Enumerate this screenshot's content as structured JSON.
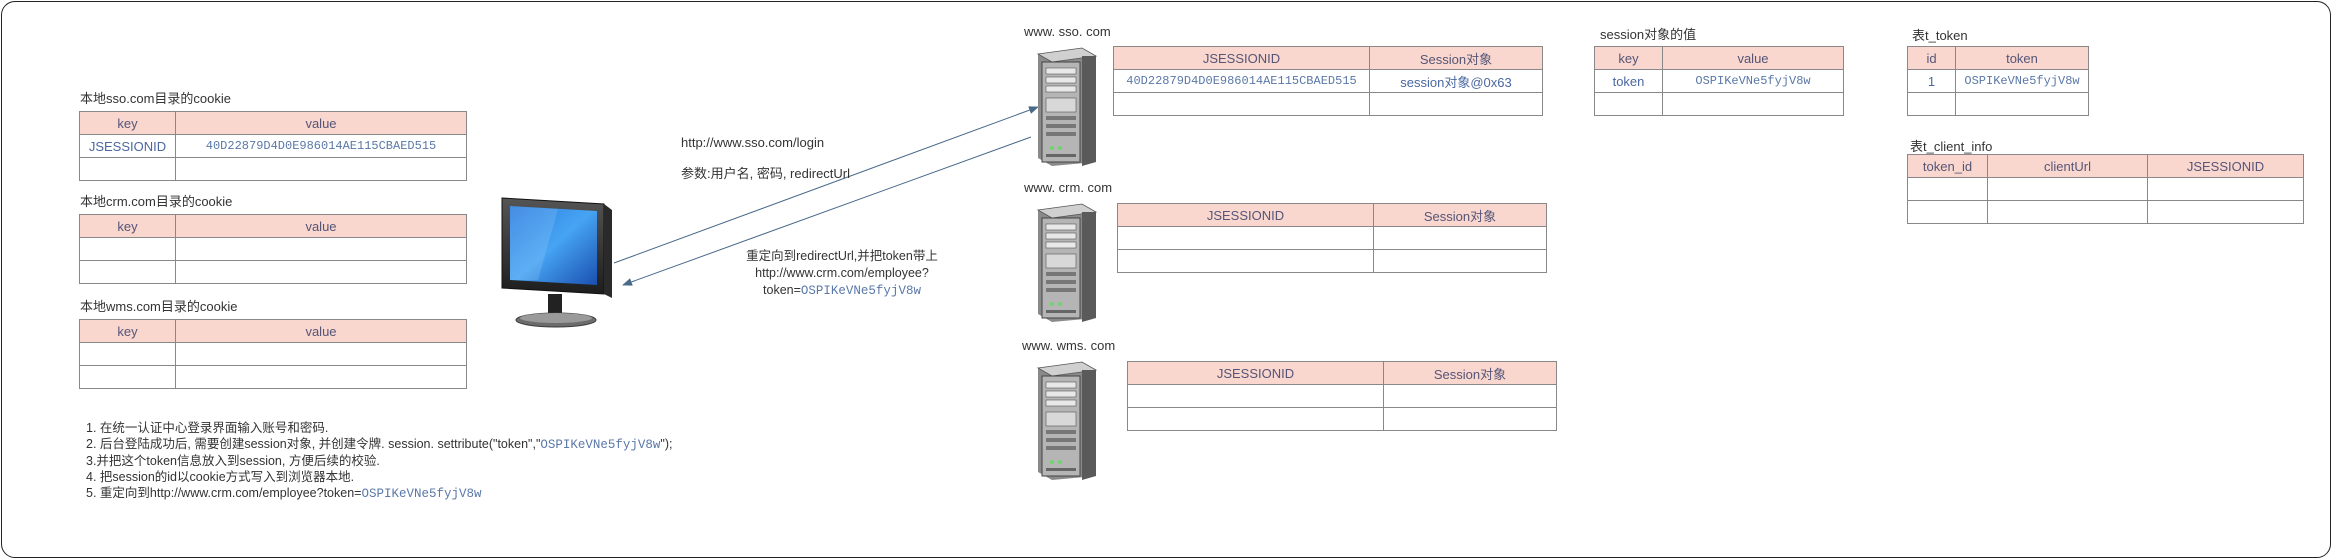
{
  "cookies": {
    "sso": {
      "title": "本地sso.com目录的cookie",
      "headers": [
        "key",
        "value"
      ],
      "row_key": "JSESSIONID",
      "row_value": "40D22879D4D0E986014AE115CBAED515"
    },
    "crm": {
      "title": "本地crm.com目录的cookie",
      "headers": [
        "key",
        "value"
      ]
    },
    "wms": {
      "title": "本地wms.com目录的cookie",
      "headers": [
        "key",
        "value"
      ]
    }
  },
  "servers": {
    "sso": {
      "label": "www. sso. com",
      "headers": [
        "JSESSIONID",
        "Session对象"
      ],
      "row_id": "40D22879D4D0E986014AE115CBAED515",
      "row_session": "session对象@0x63"
    },
    "crm": {
      "label": "www. crm. com",
      "headers": [
        "JSESSIONID",
        "Session对象"
      ]
    },
    "wms": {
      "label": "www. wms. com",
      "headers": [
        "JSESSIONID",
        "Session对象"
      ]
    }
  },
  "session_values": {
    "title": "session对象的值",
    "headers": [
      "key",
      "value"
    ],
    "row_key": "token",
    "row_value": "OSPIKeVNe5fyjV8w"
  },
  "table_token": {
    "title": "表t_token",
    "headers": [
      "id",
      "token"
    ],
    "row_id": "1",
    "row_token": "OSPIKeVNe5fyjV8w"
  },
  "table_client_info": {
    "title": "表t_client_info",
    "headers": [
      "token_id",
      "clientUrl",
      "JSESSIONID"
    ]
  },
  "request": {
    "url": "http://www.sso.com/login",
    "params": "参数:用户名, 密码, redirectUrl"
  },
  "redirect_note": {
    "line1": "重定向到redirectUrl,并把token带上",
    "line2": "http://www.crm.com/employee?",
    "line3_prefix": "token=",
    "line3_token": "OSPIKeVNe5fyjV8w"
  },
  "steps": {
    "s1": "1. 在统一认证中心登录界面输入账号和密码.",
    "s2_prefix": "2. 后台登陆成功后, 需要创建session对象, 并创建令牌. session. settribute(\"token\",\"",
    "s2_token": "OSPIKeVNe5fyjV8w",
    "s2_suffix": "\");",
    "s3": "3.并把这个token信息放入到session, 方便后续的校验.",
    "s4": "4. 把session的id以cookie方式写入到浏览器本地.",
    "s5_prefix": "5. 重定向到http://www.crm.com/employee?token=",
    "s5_token": "OSPIKeVNe5fyjV8w"
  },
  "icons": {
    "monitor": "computer-monitor-icon",
    "server": "server-tower-icon"
  },
  "colors": {
    "header_fill": "#f9d7cf",
    "token_text": "#5a78a8",
    "arrow": "#4a6a8a"
  }
}
